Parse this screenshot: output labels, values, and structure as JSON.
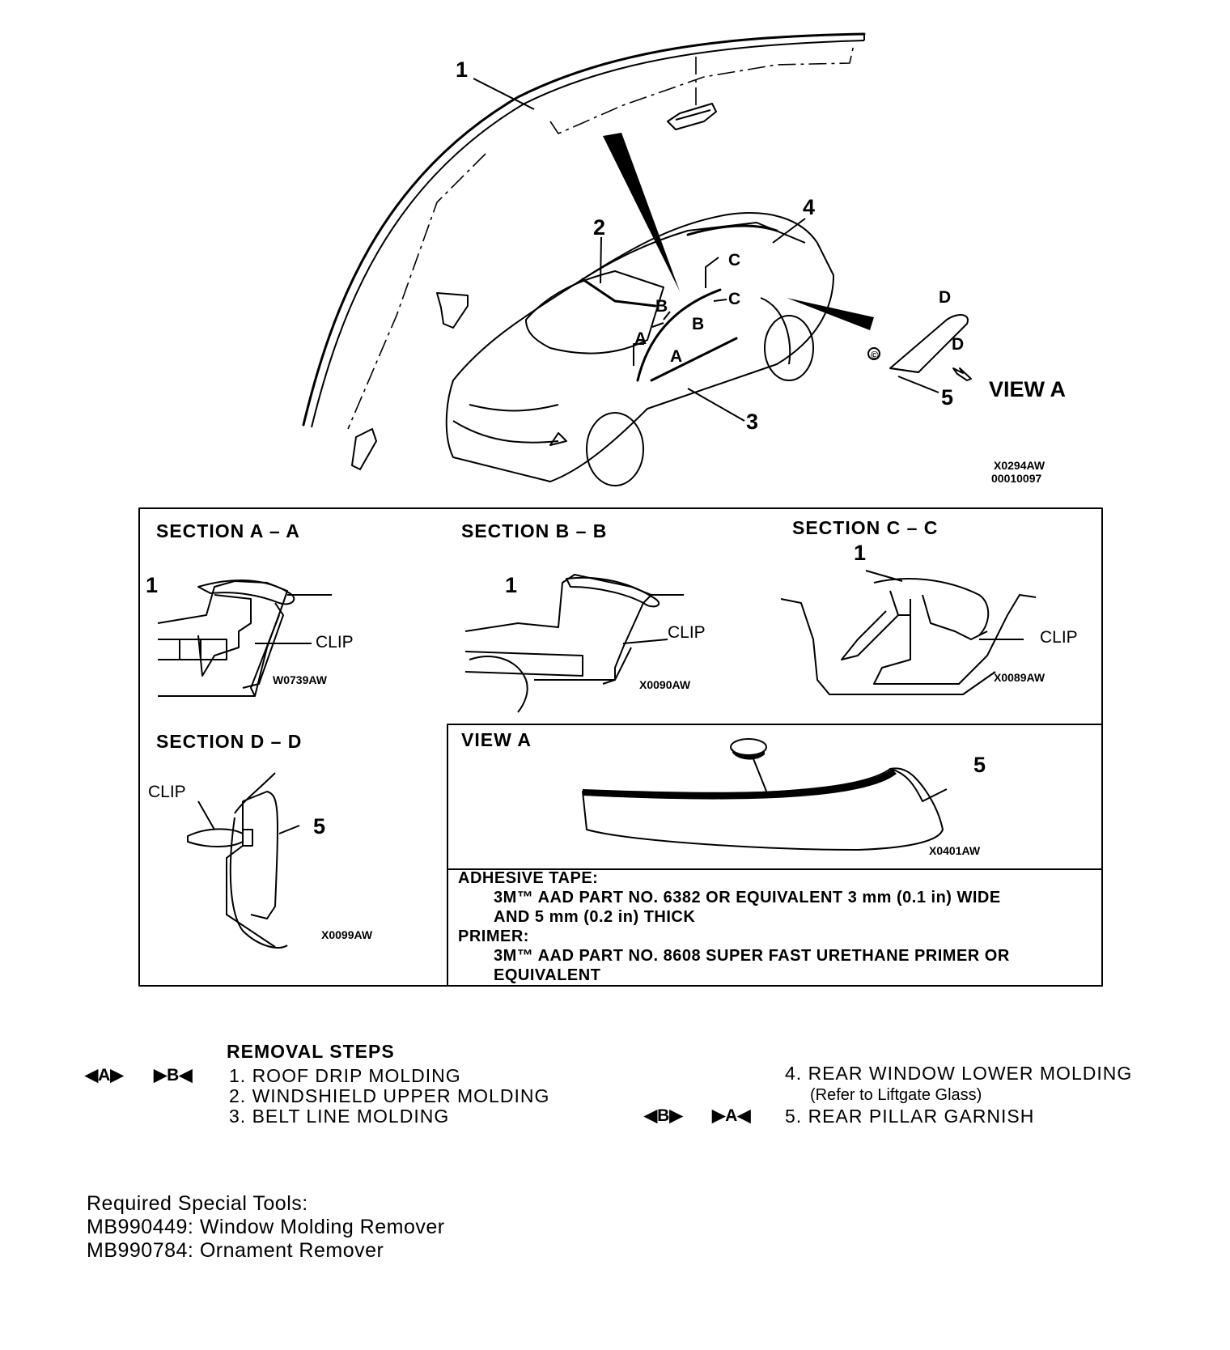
{
  "callouts": {
    "part1": "1",
    "part2": "2",
    "part3": "3",
    "part4": "4",
    "part5": "5",
    "secA_left": "A",
    "secA_right": "A",
    "secB_left": "B",
    "secB_right": "B",
    "secC_top": "C",
    "secC_bottom": "C",
    "secD_top": "D",
    "secD_bottom": "D",
    "view_a_arrow": "VIEW A"
  },
  "figure_codes": {
    "main_1": "X0294AW",
    "main_2": "00010097",
    "section_a": "W0739AW",
    "section_b": "X0090AW",
    "section_c": "X0089AW",
    "section_d": "X0099AW",
    "view_a": "X0401AW"
  },
  "sections": {
    "a": {
      "title": "SECTION A – A",
      "part": "1",
      "clip": "CLIP"
    },
    "b": {
      "title": "SECTION B – B",
      "part": "1",
      "clip": "CLIP"
    },
    "c": {
      "title": "SECTION C – C",
      "part": "1",
      "clip": "CLIP"
    },
    "d": {
      "title": "SECTION D – D",
      "part": "5",
      "clip": "CLIP"
    },
    "view_a": {
      "title": "VIEW A",
      "part": "5"
    }
  },
  "adhesive": {
    "tape_label": "ADHESIVE TAPE:",
    "tape_line1": "3M™ AAD PART NO. 6382 OR EQUIVALENT 3 mm (0.1 in) WIDE",
    "tape_line2": "AND 5 mm (0.2 in) THICK",
    "primer_label": "PRIMER:",
    "primer_line1": "3M™ AAD PART NO. 8608 SUPER FAST URETHANE PRIMER OR",
    "primer_line2": "EQUIVALENT"
  },
  "removal": {
    "title": "REMOVAL STEPS",
    "marker_left_1": "◀A▶",
    "marker_left_2": "▶B◀",
    "marker_right_1": "◀B▶",
    "marker_right_2": "▶A◀",
    "step1": "1. ROOF DRIP MOLDING",
    "step2": "2. WINDSHIELD UPPER MOLDING",
    "step3": "3. BELT LINE MOLDING",
    "step4": "4. REAR WINDOW LOWER MOLDING",
    "step4_note": "(Refer to Liftgate Glass)",
    "step5": "5. REAR PILLAR GARNISH"
  },
  "tools": {
    "title": "Required Special Tools:",
    "tool1": "MB990449: Window Molding Remover",
    "tool2": "MB990784: Ornament Remover"
  }
}
